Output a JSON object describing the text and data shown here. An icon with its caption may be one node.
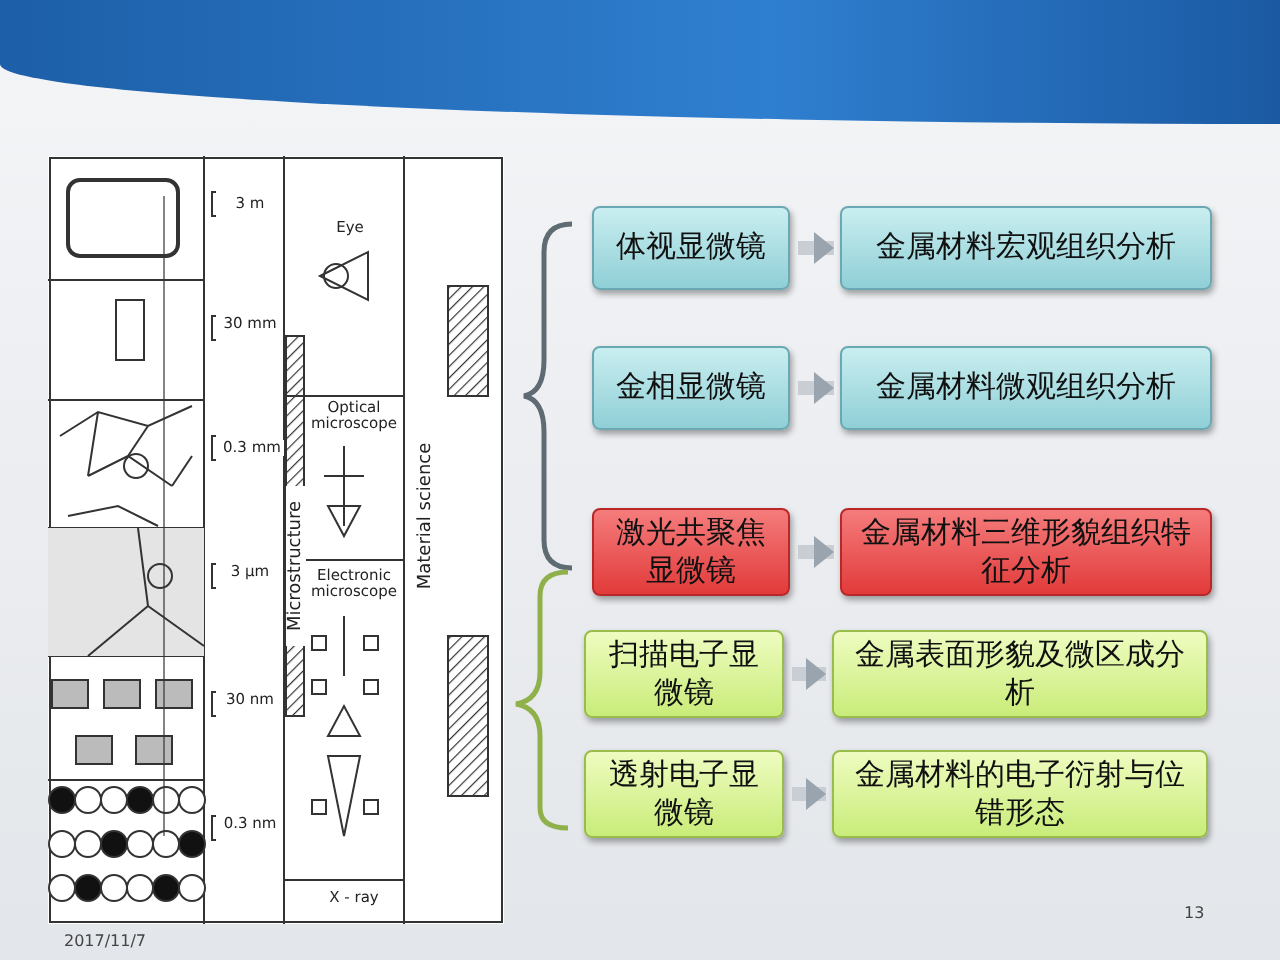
{
  "diagram": {
    "nodes": [
      {
        "text": [
          "体视显微镜"
        ]
      },
      {
        "text": [
          "金属材料宏观组织分析"
        ]
      },
      {
        "text": [
          "金相显微镜"
        ]
      },
      {
        "text": [
          "金属材料微观组织分析"
        ]
      },
      {
        "text": [
          "激光共聚焦显微镜"
        ]
      },
      {
        "text": [
          "金属材料三维形貌组织特征分析"
        ]
      },
      {
        "text": [
          "扫描电子显微镜"
        ]
      },
      {
        "text": [
          "金属表面形貌及微区成分析"
        ]
      },
      {
        "text": [
          "透射电子显微镜"
        ]
      },
      {
        "text": [
          "金属材料的电子衍射与位错形态"
        ]
      }
    ],
    "edges": [
      {
        "from": 0,
        "to": 1,
        "arrow": "to"
      },
      {
        "from": 2,
        "to": 3,
        "arrow": "to"
      },
      {
        "from": 4,
        "to": 5,
        "arrow": "to"
      },
      {
        "from": 6,
        "to": 7,
        "arrow": "to"
      },
      {
        "from": 8,
        "to": 9,
        "arrow": "to"
      }
    ],
    "labels": [
      "3 m",
      "30 mm",
      "0.3 mm",
      "3 µm",
      "30 nm",
      "0.3 nm",
      "Eye",
      "Optical microscope",
      "Electronic microscope",
      "X - ray",
      "Microstructure",
      "Material science",
      "2017/11/7",
      "13"
    ]
  }
}
